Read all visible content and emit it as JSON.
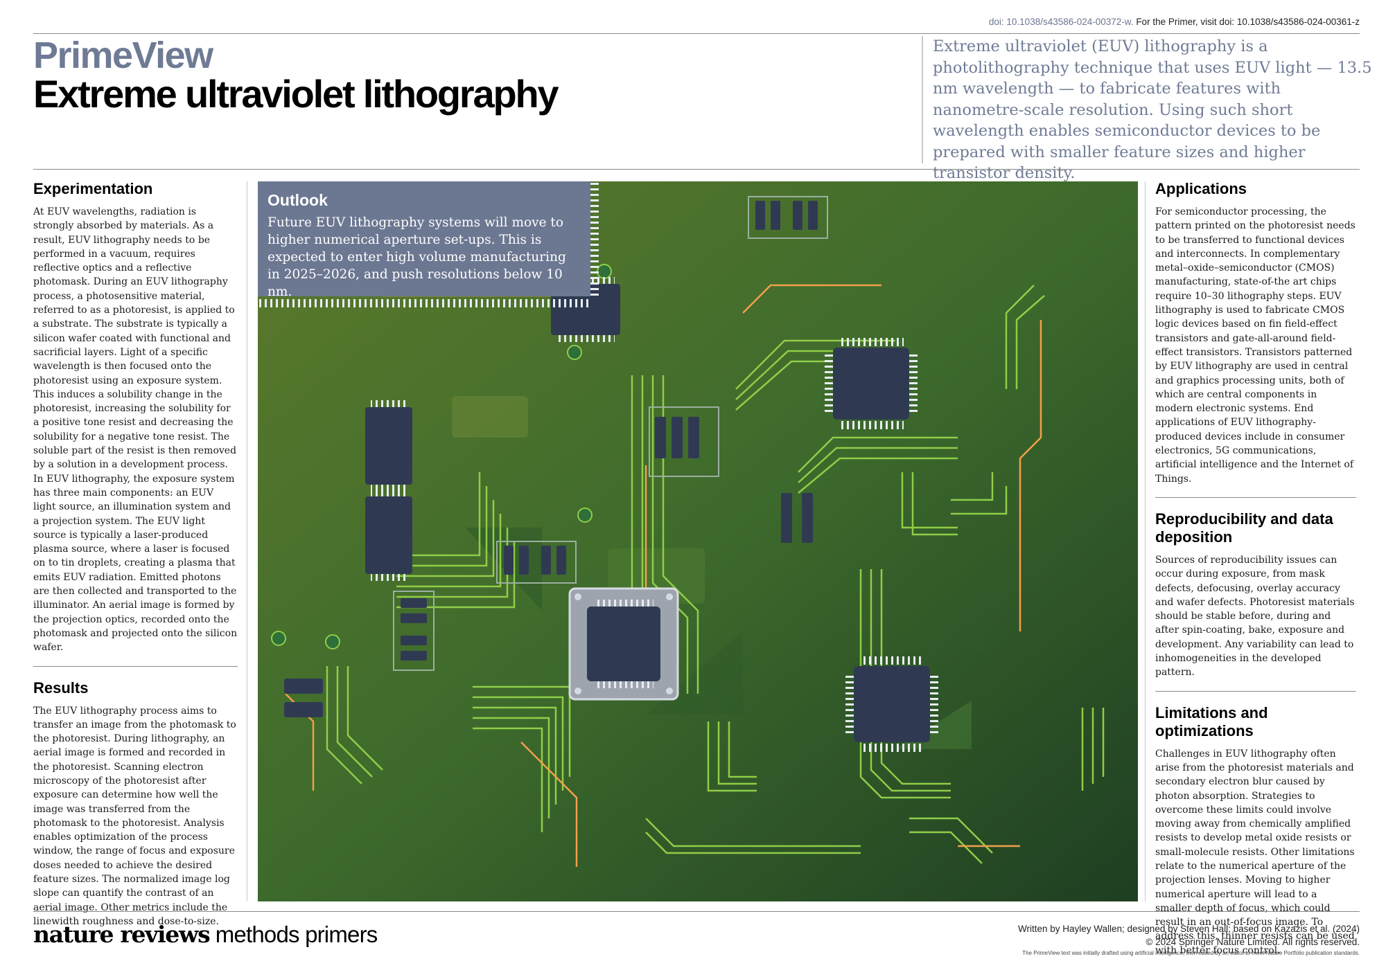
{
  "header": {
    "doi_prefix": "doi: 10.1038/s43586-024-00372-w.",
    "doi_primer": " For the Primer, visit doi: 10.1038/s43586-024-00361-z",
    "brand": "PrimeView",
    "title": "Extreme ultraviolet lithography",
    "lede": "Extreme ultraviolet (EUV) lithography is a photolithography technique that uses EUV light — 13.5 nm wavelength — to fabricate features with nanometre-scale resolution. Using such short wavelength enables semiconductor devices to be prepared with smaller feature sizes and higher transistor density."
  },
  "left": {
    "experimentation_heading": "Experimentation",
    "experimentation_text": "At EUV wavelengths, radiation is strongly absorbed by materials. As a result, EUV lithography needs to be performed in a vacuum, requires reflective optics and a reflective photomask. During an EUV lithography process, a photosensitive material, referred to as a photoresist, is applied to a substrate. The substrate is typically a silicon wafer coated with functional and sacrificial layers. Light of a specific wavelength is then focused onto the photoresist using an exposure system. This induces a solubility change in the photoresist, increasing the solubility for a positive tone resist and decreasing the solubility for a negative tone resist. The soluble part of the resist is then removed by a solution in a development process. In EUV lithography, the exposure system has three main components: an EUV light source, an illumination system and a projection system. The EUV light source is typically a laser-produced plasma source, where a laser is focused on to tin droplets, creating a plasma that emits EUV radiation. Emitted photons are then collected and transported to the illuminator. An aerial image is formed by the projection optics, recorded onto the photomask and projected onto the silicon wafer.",
    "results_heading": "Results",
    "results_text": "The EUV lithography process aims to transfer an image from the photomask to the photoresist. During lithography, an aerial image is formed and recorded in the photoresist. Scanning electron microscopy of the photoresist after exposure can determine how well the image was transferred from the photomask to the photoresist. Analysis enables optimization of the process window, the range of focus and exposure doses needed to achieve the desired feature sizes. The normalized image log slope can quantify the contrast of an aerial image. Other metrics include the linewidth roughness and dose-to-size."
  },
  "outlook": {
    "heading": "Outlook",
    "text": "Future EUV lithography systems will move to higher numerical aperture set-ups. This is expected to enter high volume manufacturing in 2025–2026, and push resolutions below 10 nm."
  },
  "right": {
    "applications_heading": "Applications",
    "applications_text": "For semiconductor processing, the pattern printed on the photoresist needs to be transferred to functional devices and interconnects. In complementary metal–oxide–semiconductor (CMOS) manufacturing, state-of-the art chips require 10–30 lithography steps. EUV lithography is used to fabricate CMOS logic devices based on fin field-effect transistors and gate-all-around field-effect transistors. Transistors patterned by EUV lithography are used in central and graphics processing units, both of which are central components in modern electronic systems. End applications of EUV lithography-produced devices include in consumer electronics, 5G communications, artificial intelligence and the Internet of Things.",
    "reproducibility_heading": "Reproducibility and data deposition",
    "reproducibility_text": "Sources of reproducibility issues can occur during exposure, from mask defects, defocusing, overlay accuracy and wafer defects. Photoresist materials should be stable before, during and after spin-coating, bake, exposure and development. Any variability can lead to inhomogeneities in the developed pattern.",
    "limitations_heading": "Limitations and optimizations",
    "limitations_text": "Challenges in EUV lithography often arise from the photoresist materials and secondary electron blur caused by photon absorption. Strategies to overcome these limits could involve moving away from chemically amplified resists to develop metal oxide resists or small-molecule resists. Other limitations relate to the numerical aperture of the projection lenses. Moving to higher numerical aperture will lead to a smaller depth of focus, which could result in an out-of-focus image. To address this, thinner resists can be used with better focus control."
  },
  "footer": {
    "logo_bold": "nature reviews",
    "logo_light": " methods primers",
    "credit": "Written by Hayley Wallen; designed by Steven Hall; based on Kazazis et al. (2024)",
    "copyright": "© 2024 Springer Nature Limited. All rights reserved.",
    "ai_note": "The PrimeView text was initially drafted using artificial intelligence, then edited by an editor to meet Nature Portfolio publication standards."
  },
  "colors": {
    "brand": "#6f7b95",
    "board_green": "#3d6a2c",
    "trace_green": "#8fce48",
    "trace_orange": "#f2a04a",
    "chip": "#2f3a52"
  },
  "illustration": {
    "subject": "circuit-board"
  }
}
